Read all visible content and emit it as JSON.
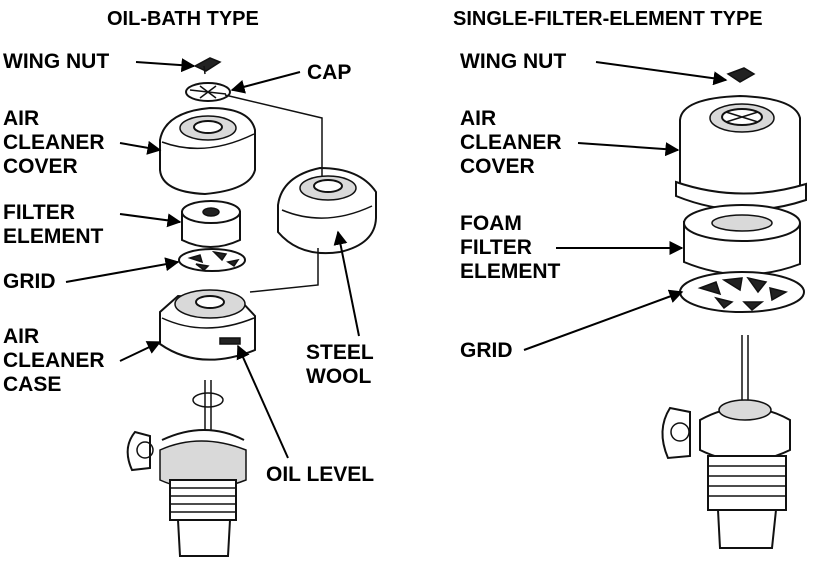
{
  "left_diagram": {
    "title": "OIL-BATH TYPE",
    "wing_nut": "WING NUT",
    "cap": "CAP",
    "air_cleaner_cover": [
      "AIR",
      "CLEANER",
      "COVER"
    ],
    "filter_element": [
      "FILTER",
      "ELEMENT"
    ],
    "grid": "GRID",
    "air_cleaner_case": [
      "AIR",
      "CLEANER",
      "CASE"
    ],
    "steel_wool": [
      "STEEL",
      "WOOL"
    ],
    "oil_level": "OIL LEVEL"
  },
  "right_diagram": {
    "title": "SINGLE-FILTER-ELEMENT TYPE",
    "wing_nut": "WING NUT",
    "air_cleaner_cover": [
      "AIR",
      "CLEANER",
      "COVER"
    ],
    "foam_filter_element": [
      "FOAM",
      "FILTER",
      "ELEMENT"
    ],
    "grid": "GRID"
  }
}
